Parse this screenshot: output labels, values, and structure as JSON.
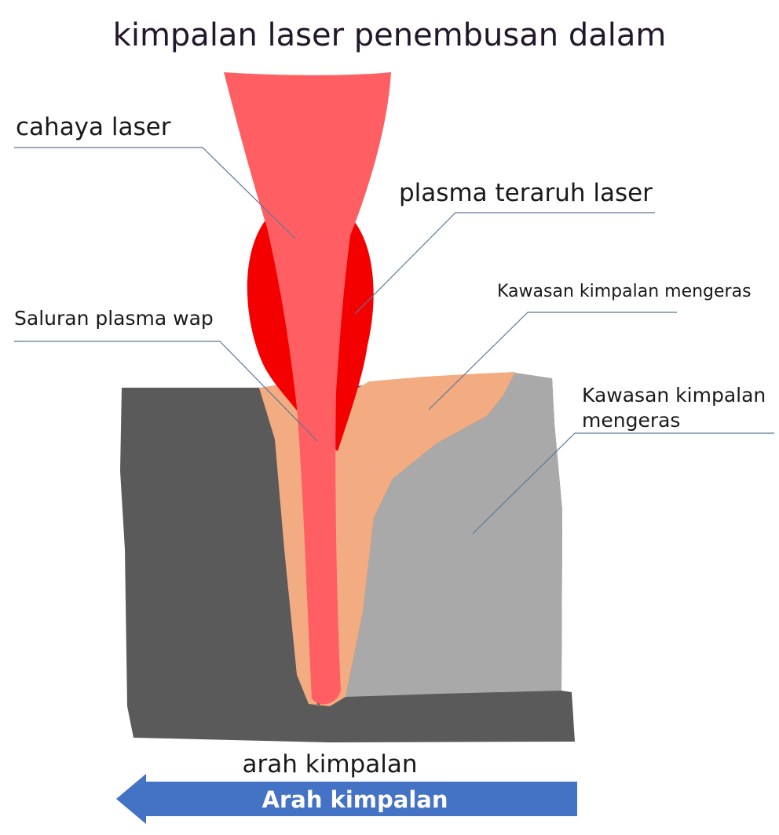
{
  "title": "kimpalan laser penembusan dalam",
  "labels": {
    "laser_light": "cahaya laser",
    "laser_plasma": "plasma teraruh laser",
    "hardened_zone_1": "Kawasan kimpalan mengeras",
    "vapor_channel": "Saluran plasma wap",
    "hardened_zone_2_line1": "Kawasan kimpalan",
    "hardened_zone_2_line2": "mengeras",
    "direction_caption": "arah kimpalan",
    "direction_arrow": "Arah kimpalan"
  },
  "colors": {
    "laser_beam": "#ff5f62",
    "plasma": "#f40000",
    "weld_zone": "#f3ac82",
    "workpiece_dark": "#5a5a5a",
    "heat_zone": "#a9a9a9",
    "leader_line": "#5c7896",
    "arrow": "#4472c4"
  }
}
